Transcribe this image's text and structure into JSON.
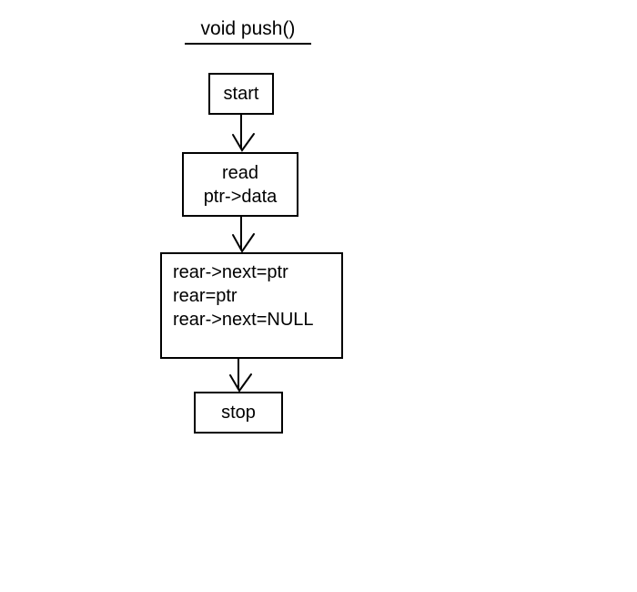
{
  "diagram": {
    "title": "void push()",
    "background_color": "#ffffff",
    "stroke_color": "#000000",
    "nodes": [
      {
        "id": "start",
        "shape": "rectangle",
        "lines": [
          "start"
        ],
        "align": "center"
      },
      {
        "id": "read",
        "shape": "rectangle",
        "lines": [
          "read",
          "ptr->data"
        ],
        "align": "center"
      },
      {
        "id": "assign",
        "shape": "rectangle",
        "lines": [
          "rear->next=ptr",
          "rear=ptr",
          "rear->next=NULL"
        ],
        "align": "left"
      },
      {
        "id": "stop",
        "shape": "rectangle",
        "lines": [
          "stop"
        ],
        "align": "center"
      }
    ],
    "edges": [
      {
        "id": "start-to-read",
        "from": "start",
        "to": "read",
        "arrow": "open-v"
      },
      {
        "id": "read-to-assign",
        "from": "read",
        "to": "assign",
        "arrow": "open-v"
      },
      {
        "id": "assign-to-stop",
        "from": "assign",
        "to": "stop",
        "arrow": "open-v"
      }
    ]
  }
}
